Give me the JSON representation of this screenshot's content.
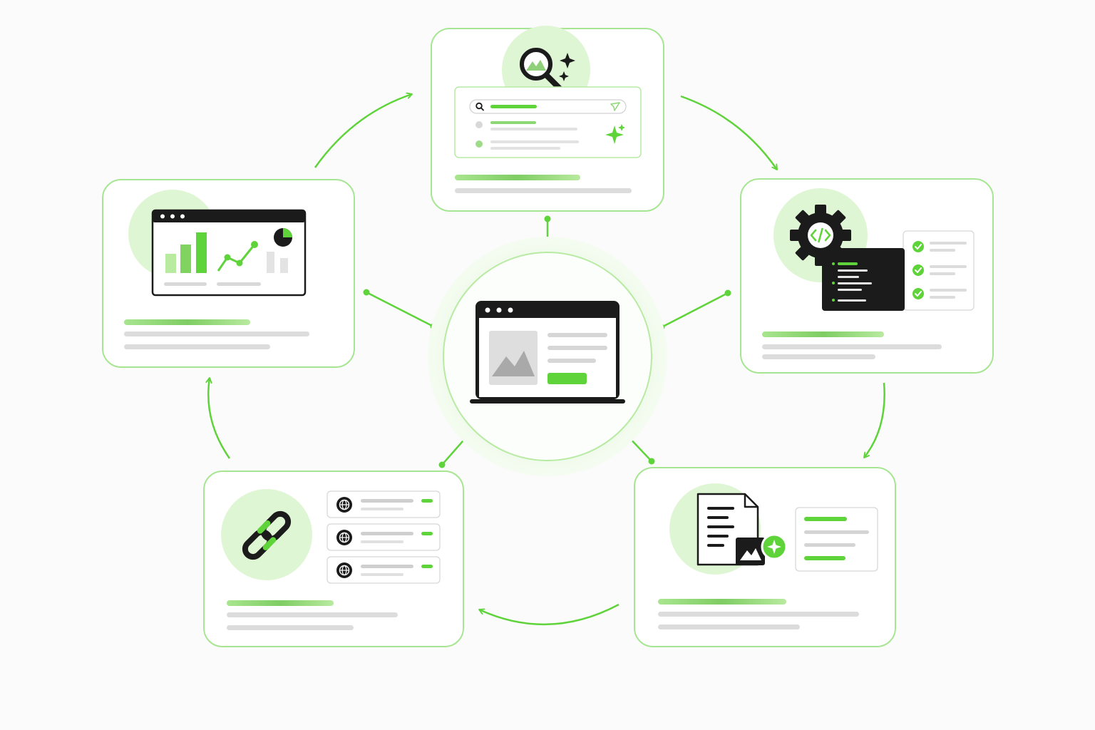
{
  "colors": {
    "accent": "#5fd33a",
    "accent_light": "#dff6d4",
    "accent_soft": "#eefaea",
    "card_border": "#9ee38a",
    "ink": "#1b1b1b",
    "gray_bar": "#dcdcdc",
    "page_bg": "#fafbfa"
  },
  "diagram": {
    "hub": {
      "icon": "browser-image-page-icon"
    },
    "cycle_direction": "clockwise",
    "nodes": [
      {
        "id": "search",
        "icon": "magnifier-image-sparkle-icon",
        "panel": "search-results-panel"
      },
      {
        "id": "code",
        "icon": "gear-code-icon",
        "panel": "code-checklist-panel"
      },
      {
        "id": "document",
        "icon": "document-image-sparkle-icon",
        "panel": "content-summary-panel"
      },
      {
        "id": "links",
        "icon": "chain-link-icon",
        "panel": "web-links-list"
      },
      {
        "id": "analytics",
        "icon": "analytics-dashboard-icon",
        "panel": "dashboard-window"
      }
    ]
  }
}
